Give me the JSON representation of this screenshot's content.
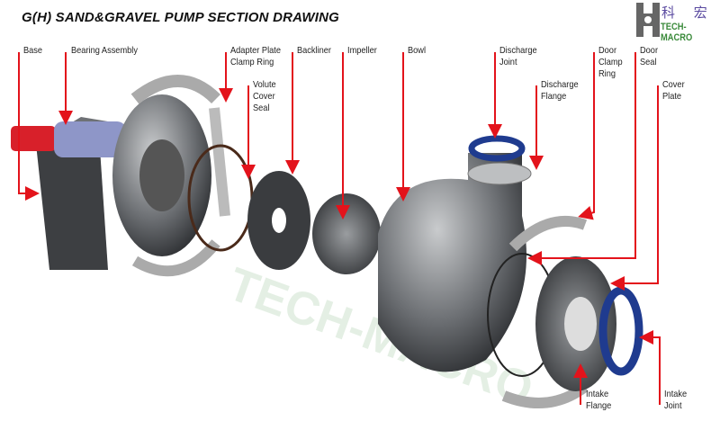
{
  "title": "G(H) SAND&GRAVEL PUMP SECTION DRAWING",
  "logo": {
    "chinese": "科 宏",
    "english": "TECH-MACRO"
  },
  "watermark": "TECH-MACRO",
  "labels": {
    "base": "Base",
    "bearing_assembly": "Bearing Assembly",
    "adapter_plate_clamp_ring": "Adapter Plate\nClamp Ring",
    "volute_cover_seal": "Volute\nCover\nSeal",
    "backliner": "Backliner",
    "impeller": "Impeller",
    "bowl": "Bowl",
    "discharge_joint": "Discharge\nJoint",
    "discharge_flange": "Discharge\nFlange",
    "door_clamp_ring": "Door\nClamp\nRing",
    "door_seal": "Door\nSeal",
    "cover_plate": "Cover\nPlate",
    "intake_flange": "Intake\nFlange",
    "intake_joint": "Intake\nJoint"
  },
  "colors": {
    "leader": "#e3131b",
    "seal": "#1f3b8f",
    "metal": "#6f7276",
    "shaft": "#d8202a"
  }
}
